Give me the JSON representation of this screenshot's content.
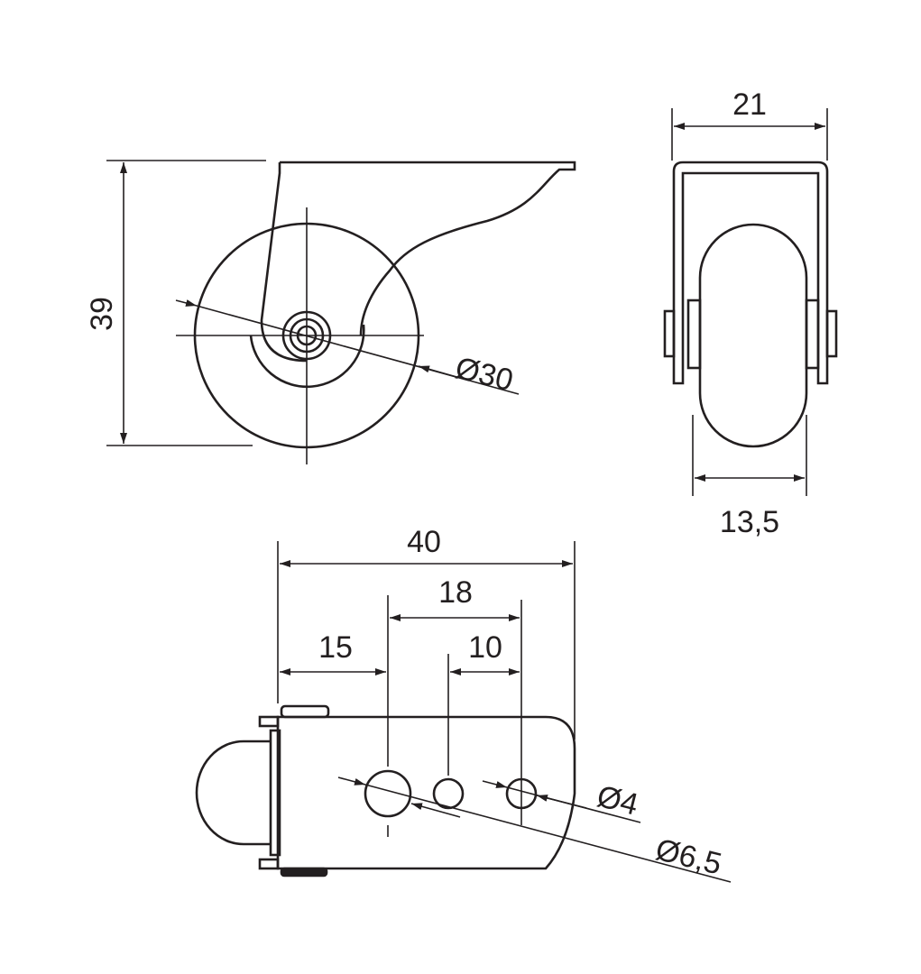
{
  "dimensions": {
    "height": "39",
    "wheel_diameter": "Ø30",
    "width": "21",
    "wheel_width": "13,5",
    "plate_length": "40",
    "hole_spacing_outer": "18",
    "hole_offset": "15",
    "hole_spacing_inner": "10",
    "small_hole_diameter": "Ø4",
    "large_hole_diameter": "Ø6,5"
  },
  "colors": {
    "line": "#231f20",
    "background": "#ffffff"
  }
}
